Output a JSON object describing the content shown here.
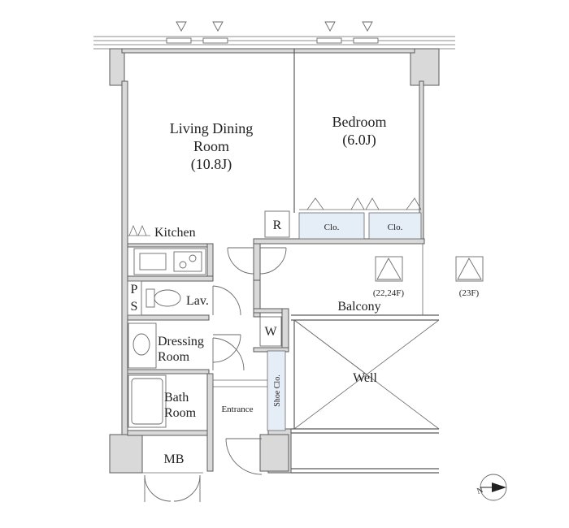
{
  "rooms": {
    "living_name": "Living Dining",
    "living_name2": "Room",
    "living_size": "(10.8J)",
    "bedroom_name": "Bedroom",
    "bedroom_size": "(6.0J)",
    "kitchen": "Kitchen",
    "refrigerator": "R",
    "closet_left": "Clo.",
    "closet_right": "Clo.",
    "ps_p": "P",
    "ps_s": "S",
    "lavatory": "Lav.",
    "washer": "W",
    "dressing_line1": "Dressing",
    "dressing_line2": "Room",
    "bath_line1": "Bath",
    "bath_line2": "Room",
    "entrance": "Entrance",
    "shoe_closet": "Shoe Clo.",
    "meter_box": "MB",
    "balcony": "Balcony",
    "well": "Well"
  },
  "notes": {
    "floors_main": "(22,24F)",
    "floors_alt": "(23F)"
  },
  "compass": {
    "label": "N"
  }
}
